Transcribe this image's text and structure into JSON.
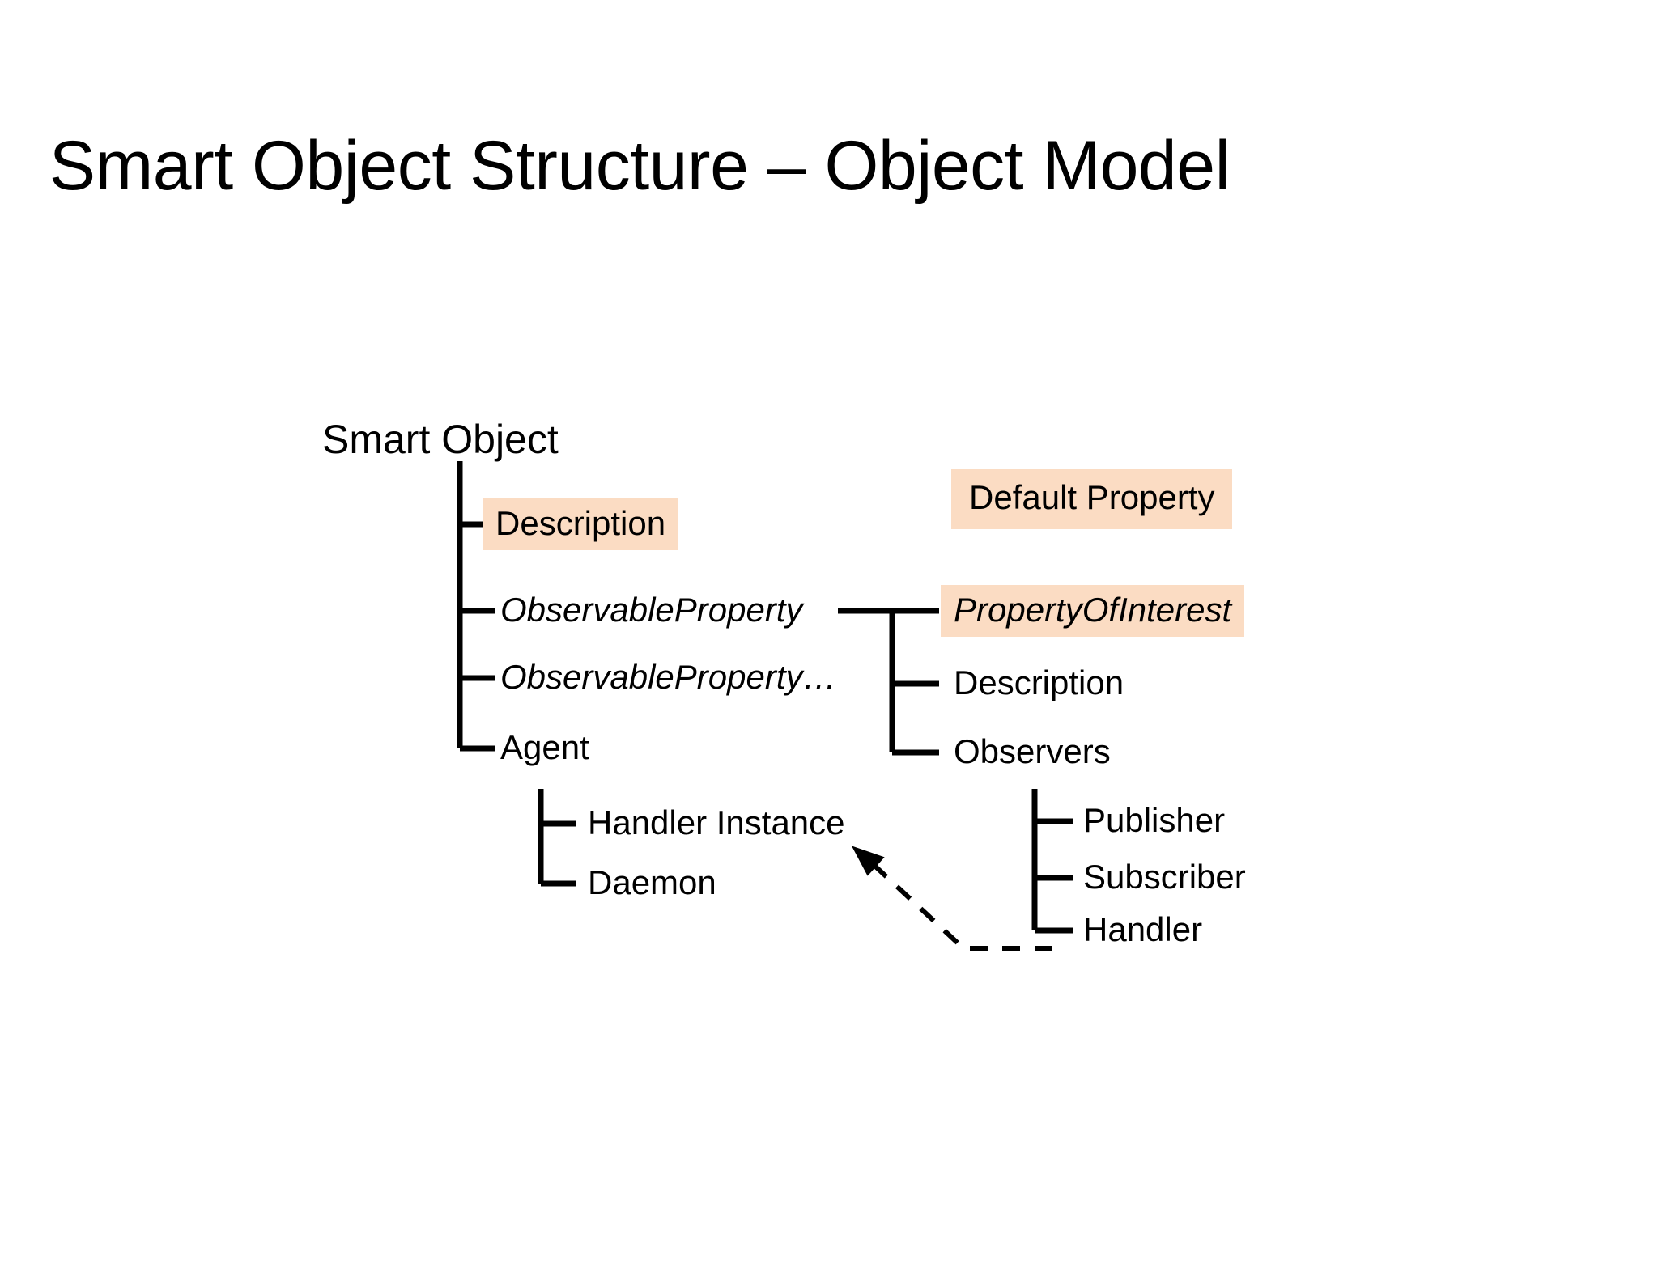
{
  "slide": {
    "title": "Smart Object Structure – Object Model",
    "background_color": "#ffffff",
    "highlight_color": "#fbdcc3",
    "line_color": "#000000"
  },
  "notes": {
    "default_property": "Default Property"
  },
  "left_tree": {
    "root": "Smart Object",
    "children": [
      {
        "label": "Description",
        "style": "highlighted"
      },
      {
        "label": "ObservableProperty",
        "style": "italic"
      },
      {
        "label": "ObservableProperty…",
        "style": "italic"
      },
      {
        "label": "Agent",
        "style": "plain"
      }
    ],
    "agent_children": [
      {
        "label": "Handler Instance"
      },
      {
        "label": "Daemon"
      }
    ]
  },
  "right_tree": {
    "parent": "ObservableProperty",
    "children": [
      {
        "label": "PropertyOfInterest",
        "style": "italic-highlighted"
      },
      {
        "label": "Description",
        "style": "plain"
      },
      {
        "label": "Observers",
        "style": "plain"
      }
    ],
    "observers_children": [
      {
        "label": "Publisher"
      },
      {
        "label": "Subscriber"
      },
      {
        "label": "Handler"
      }
    ]
  },
  "annotation": {
    "relation": "dashed-arrow",
    "from": "Handler",
    "to": "Handler Instance"
  }
}
